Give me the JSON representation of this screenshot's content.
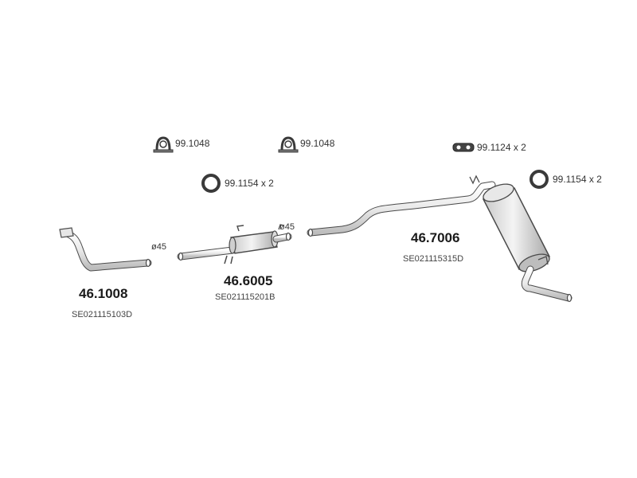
{
  "diagram": {
    "colors": {
      "outline": "#4a4a4a",
      "fill_light": "#f2f2f2",
      "fill_mid": "#d6d6d6",
      "fill_dark": "#9a9a9a"
    },
    "accessories": [
      {
        "icon": "pipe-clamp-icon",
        "code": "99.1048"
      },
      {
        "icon": "pipe-clamp-icon",
        "code": "99.1048"
      },
      {
        "icon": "rubber-mount-icon",
        "code": "99.1124 x 2"
      },
      {
        "icon": "seal-ring-icon",
        "code": "99.1154 x 2"
      },
      {
        "icon": "seal-ring-icon",
        "code": "99.1154 x 2"
      }
    ],
    "parts": [
      {
        "part_number": "46.1008",
        "ref": "SE021115103D",
        "diameter": "ø45"
      },
      {
        "part_number": "46.6005",
        "ref": "SE021115201B",
        "diameter": "ø45"
      },
      {
        "part_number": "46.7006",
        "ref": "SE021115315D"
      }
    ]
  }
}
